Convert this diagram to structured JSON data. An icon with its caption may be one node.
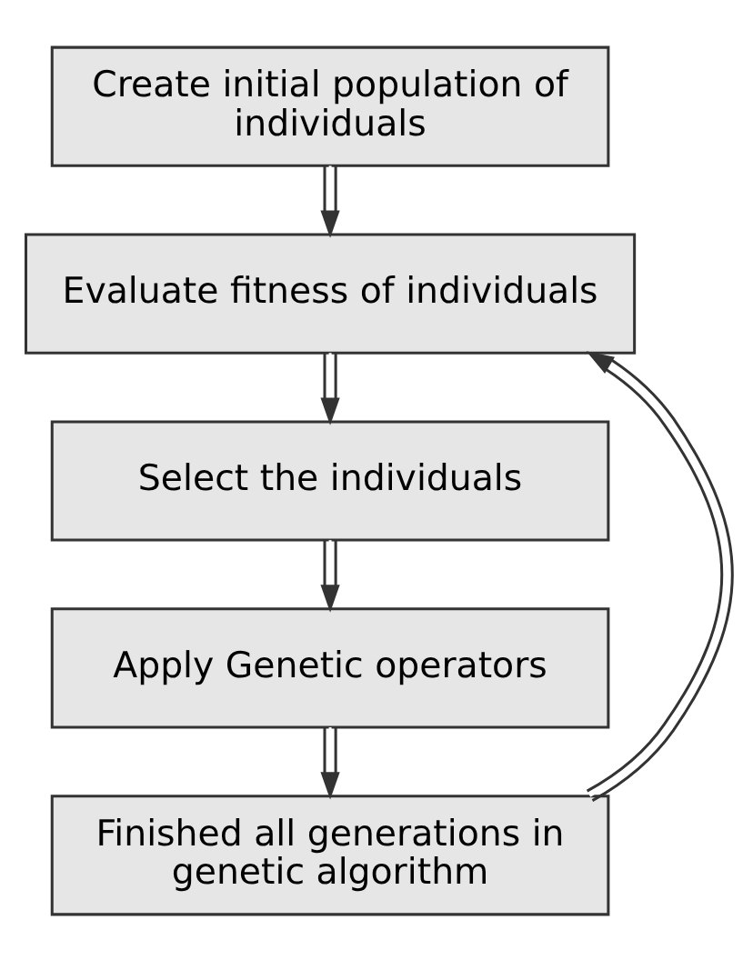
{
  "diagram": {
    "nodes": [
      {
        "text": [
          "Create initial population of individuals"
        ]
      },
      {
        "text": [
          "Evaluate fitness of individuals"
        ]
      },
      {
        "text": [
          "Select the individuals"
        ]
      },
      {
        "text": [
          "Apply Genetic operators"
        ]
      },
      {
        "text": [
          "Finished all generations in genetic algorithm"
        ]
      }
    ],
    "edges": [
      {
        "from": 0,
        "to": 1,
        "arrow": "to"
      },
      {
        "from": 1,
        "to": 2,
        "arrow": "to"
      },
      {
        "from": 2,
        "to": 3,
        "arrow": "to"
      },
      {
        "from": 3,
        "to": 4,
        "arrow": "to"
      },
      {
        "from": 4,
        "to": 1,
        "arrow": "to"
      }
    ]
  }
}
